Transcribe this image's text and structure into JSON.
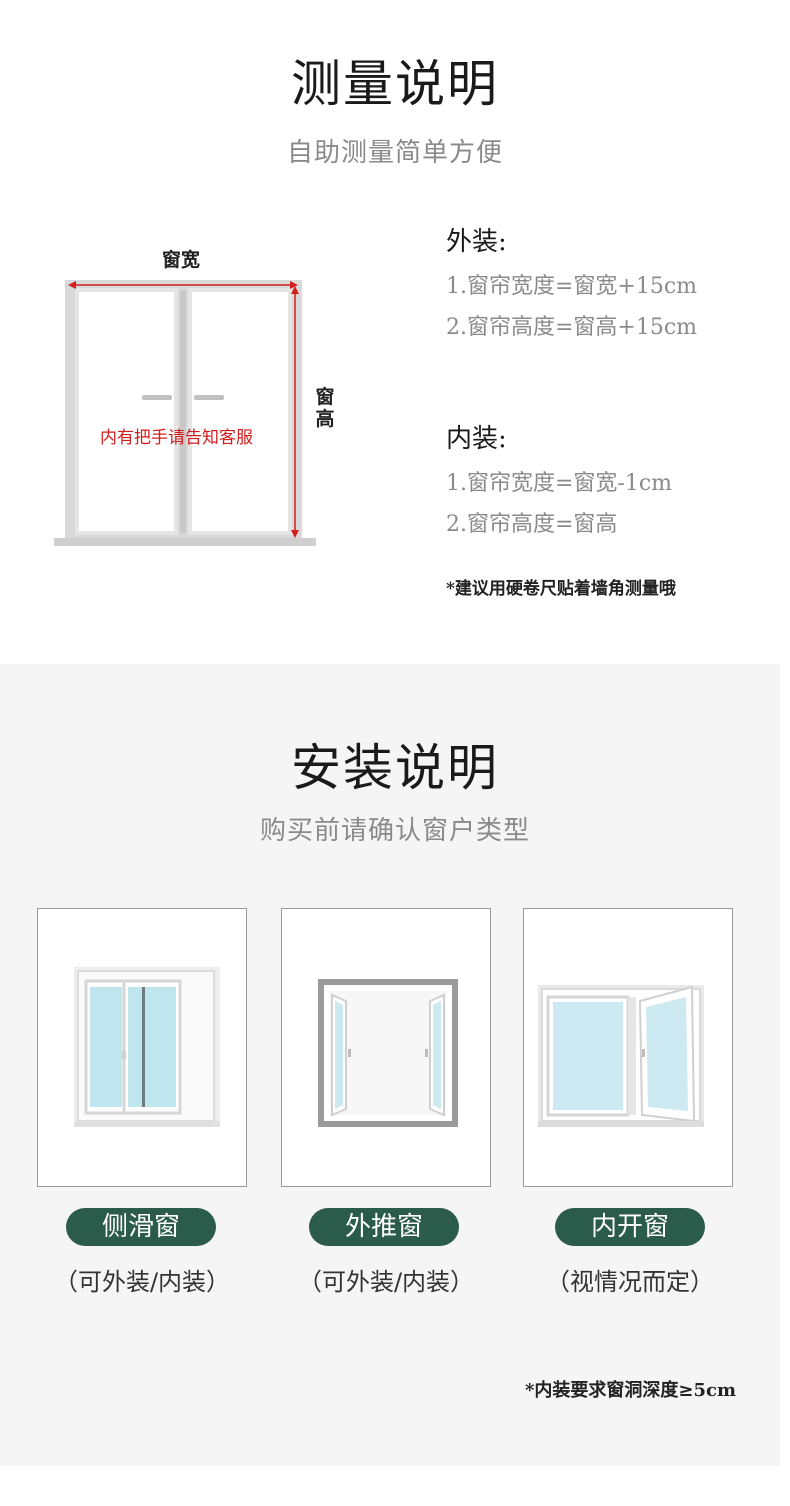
{
  "measure": {
    "title": "测量说明",
    "subtitle": "自助测量简单方便",
    "diagram": {
      "width_label": "窗宽",
      "height_label": "窗高",
      "handle_note": "内有把手请告知客服"
    },
    "outside": {
      "heading": "外装:",
      "line1": "1.窗帘宽度=窗宽+15cm",
      "line2": "2.窗帘高度=窗高+15cm"
    },
    "inside": {
      "heading": "内装:",
      "line1": "1.窗帘宽度=窗宽-1cm",
      "line2": "2.窗帘高度=窗高"
    },
    "tip": "*建议用硬卷尺贴着墙角测量哦"
  },
  "install": {
    "title": "安装说明",
    "subtitle": "购买前请确认窗户类型",
    "cards": [
      {
        "name": "侧滑窗",
        "note": "（可外装/内装）",
        "icon": "sliding-window-icon"
      },
      {
        "name": "外推窗",
        "note": "（可外装/内装）",
        "icon": "outward-window-icon"
      },
      {
        "name": "内开窗",
        "note": "（视情况而定）",
        "icon": "inward-window-icon"
      }
    ],
    "footnote": "*内装要求窗洞深度≥5cm"
  },
  "colors": {
    "accent_green": "#2b5b4a",
    "warning_red": "#d31e1e",
    "muted_text": "#8a8a8a",
    "panel_bg": "#f5f5f5"
  }
}
